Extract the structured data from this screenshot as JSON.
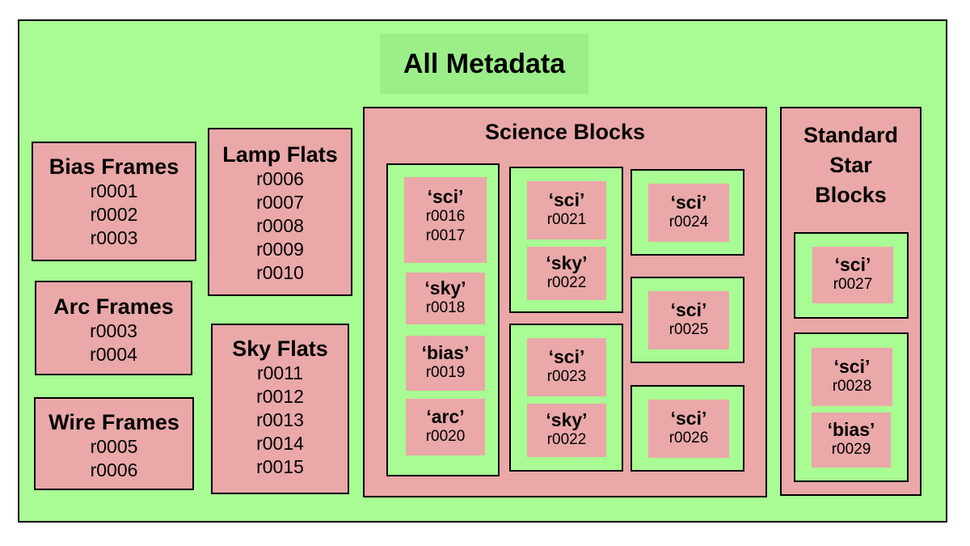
{
  "title": "All Metadata",
  "bias": {
    "title": "Bias Frames",
    "frames": [
      "r0001",
      "r0002",
      "r0003"
    ]
  },
  "arc": {
    "title": "Arc Frames",
    "frames": [
      "r0003",
      "r0004"
    ]
  },
  "wire": {
    "title": "Wire Frames",
    "frames": [
      "r0005",
      "r0006"
    ]
  },
  "lamp": {
    "title": "Lamp Flats",
    "frames": [
      "r0006",
      "r0007",
      "r0008",
      "r0009",
      "r0010"
    ]
  },
  "sky": {
    "title": "Sky Flats",
    "frames": [
      "r0011",
      "r0012",
      "r0013",
      "r0014",
      "r0015"
    ]
  },
  "science": {
    "title": "Science Blocks",
    "blocks": [
      {
        "items": [
          {
            "label": "‘sci’",
            "frames": [
              "r0016",
              "r0017"
            ]
          },
          {
            "label": "‘sky’",
            "frames": [
              "r0018"
            ]
          },
          {
            "label": "‘bias’",
            "frames": [
              "r0019"
            ]
          },
          {
            "label": "‘arc’",
            "frames": [
              "r0020"
            ]
          }
        ]
      },
      {
        "items": [
          {
            "label": "‘sci’",
            "frames": [
              "r0021"
            ]
          },
          {
            "label": "‘sky’",
            "frames": [
              "r0022"
            ]
          }
        ]
      },
      {
        "items": [
          {
            "label": "‘sci’",
            "frames": [
              "r0023"
            ]
          },
          {
            "label": "‘sky’",
            "frames": [
              "r0022"
            ]
          }
        ]
      },
      {
        "items": [
          {
            "label": "‘sci’",
            "frames": [
              "r0024"
            ]
          }
        ]
      },
      {
        "items": [
          {
            "label": "‘sci’",
            "frames": [
              "r0025"
            ]
          }
        ]
      },
      {
        "items": [
          {
            "label": "‘sci’",
            "frames": [
              "r0026"
            ]
          }
        ]
      }
    ]
  },
  "standard": {
    "title": [
      "Standard",
      "Star",
      "Blocks"
    ],
    "blocks": [
      {
        "items": [
          {
            "label": "‘sci’",
            "frames": [
              "r0027"
            ]
          }
        ]
      },
      {
        "items": [
          {
            "label": "‘sci’",
            "frames": [
              "r0028"
            ]
          },
          {
            "label": "‘bias’",
            "frames": [
              "r0029"
            ]
          }
        ]
      }
    ]
  }
}
